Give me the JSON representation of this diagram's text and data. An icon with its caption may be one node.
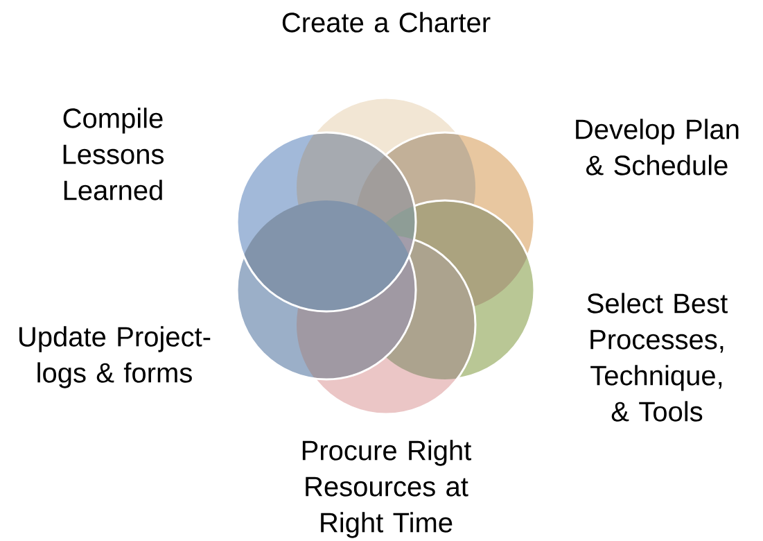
{
  "diagram": {
    "nodes": [
      {
        "text": [
          "Create a Charter"
        ]
      },
      {
        "text": [
          "Develop Plan & Schedule"
        ]
      },
      {
        "text": [
          "Select Best Processes, Technique, & Tools"
        ]
      },
      {
        "text": [
          "Procure Right Resources at Right Time"
        ]
      },
      {
        "text": [
          "Update Project-logs & forms"
        ]
      },
      {
        "text": [
          "Compile Lessons Learned"
        ]
      }
    ]
  }
}
